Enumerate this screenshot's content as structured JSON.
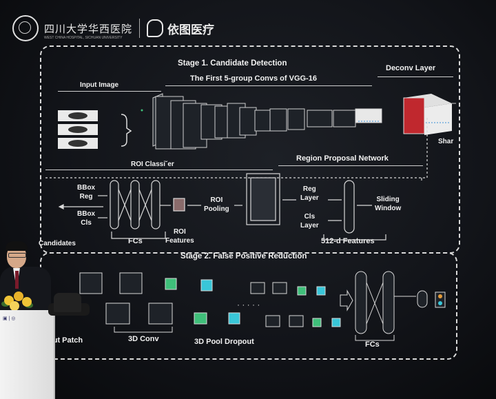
{
  "logos": {
    "university_name": "四川大学华西医院",
    "university_sub": "WEST CHINA HOSPITAL, SICHUAN UNIVERSITY",
    "brand_name": "依图医疗",
    "seal_icon": "university-seal-icon",
    "brand_icon": "yitu-logo-icon"
  },
  "stage1": {
    "title": "Stage 1. Candidate Detection",
    "input_image": "Input Image",
    "vgg": "The First 5-group Convs of VGG-16",
    "deconv": "Deconv Layer",
    "shared": "Shar",
    "roi_classifier": "ROI Classi˘er",
    "rpn": "Region Proposal Network",
    "bbox_reg": "BBox\nReg",
    "bbox_cls": "BBox\nCls",
    "candidates": "Candidates",
    "fcs": "FCs",
    "roi_features": "ROI\nFeatures",
    "roi_pooling": "ROI\nPooling",
    "reg_layer": "Reg\nLayer",
    "cls_layer": "Cls\nLayer",
    "sliding_window": "Sliding\nWindow",
    "features_512": "512-d Features"
  },
  "stage2": {
    "title": "Stage 2. False Positive Reduction",
    "input_patch": "put Patch",
    "conv3d": "3D Conv",
    "pool_dropout": "3D Pool Dropout",
    "fcs": "FCs"
  },
  "colors": {
    "slide_bg": "#121419",
    "line": "#d9d9d9",
    "deconv_red": "#c0282e",
    "green": "#3fbf7a",
    "blue": "#3a8fd6",
    "orange": "#e39b3a",
    "cyan": "#39c6d8"
  }
}
